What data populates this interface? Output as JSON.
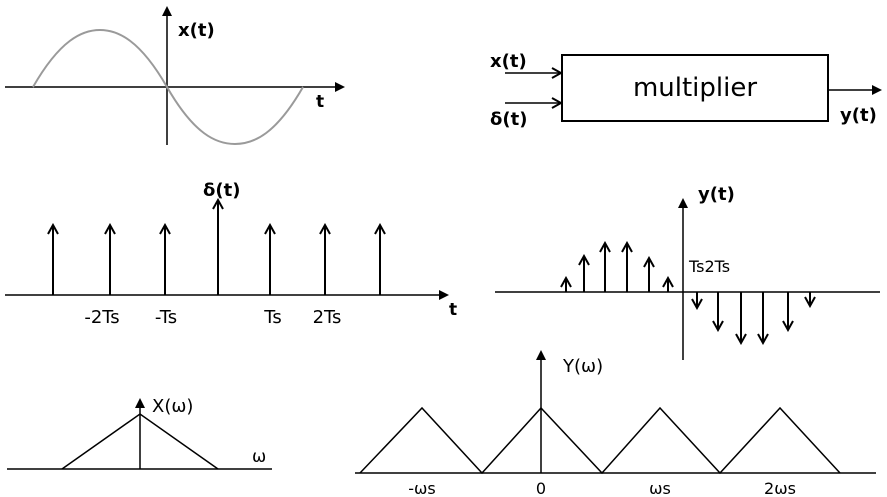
{
  "panel_xt": {
    "axis_label": "x(t)",
    "time_label": "t"
  },
  "block": {
    "input_1": "x(t)",
    "input_2": "δ(t)",
    "title": "multiplier",
    "output": "y(t)"
  },
  "panel_delta": {
    "axis_label": "δ(t)",
    "time_label": "t",
    "tick_labels": [
      "-2Ts",
      "-Ts",
      "Ts",
      "2Ts"
    ]
  },
  "panel_yt": {
    "axis_label": "y(t)",
    "tick_label": "Ts2Ts"
  },
  "panel_Xw": {
    "axis_label": "X(ω)",
    "freq_label": "ω"
  },
  "panel_Yw": {
    "axis_label": "Y(ω)",
    "tick_labels": [
      "-ωs",
      "0",
      "ωs",
      "2ωs"
    ]
  },
  "colors": {
    "ink": "#000000",
    "sinusoid": "#9a9a9a",
    "block_fill": "#ffffff"
  }
}
